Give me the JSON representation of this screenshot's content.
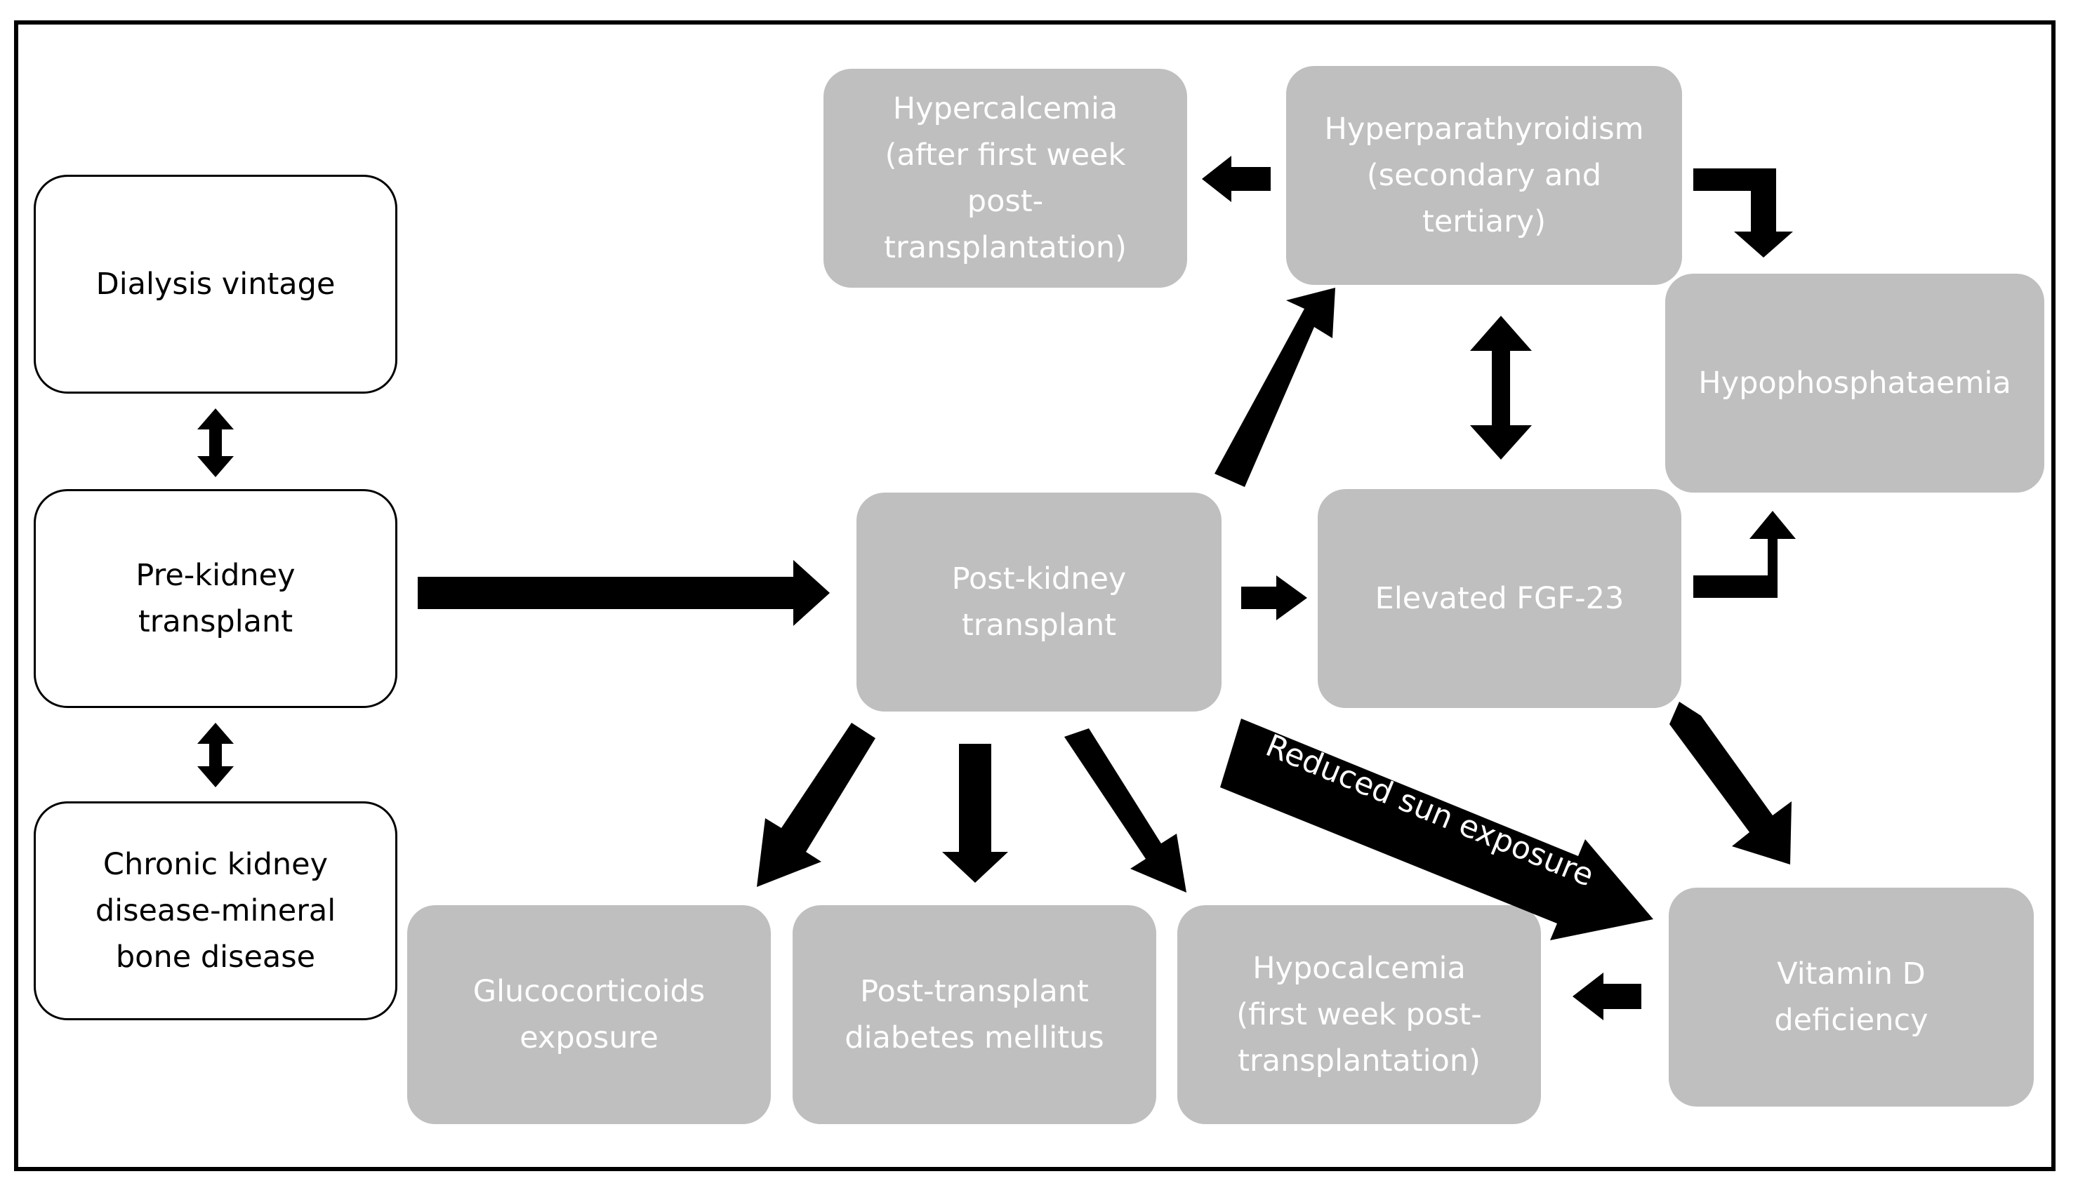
{
  "left": {
    "dialysis_vintage": "Dialysis vintage",
    "pre_kidney_transplant": "Pre-kidney\ntransplant",
    "ckd_mbd": "Chronic kidney\ndisease-mineral\nbone disease"
  },
  "center": {
    "post_kidney_transplant": "Post-kidney\ntransplant"
  },
  "right": {
    "hypercalcemia": "Hypercalcemia\n(after first week\npost-\ntransplantation)",
    "hyperparathyroidism": "Hyperparathyroidism\n(secondary and\ntertiary)",
    "hypophosphataemia": "Hypophosphataemia",
    "elevated_fgf23": "Elevated FGF-23",
    "vitamin_d_deficiency": "Vitamin D\ndeficiency"
  },
  "bottom": {
    "glucocorticoids": "Glucocorticoids\nexposure",
    "ptdm": "Post-transplant\ndiabetes mellitus",
    "hypocalcemia": "Hypocalcemia\n(first week post-\ntransplantation)"
  },
  "arrows": {
    "reduced_sun_exposure": "Reduced sun exposure"
  },
  "colors": {
    "node_grey": "#bfbfbf",
    "arrow": "#000000"
  }
}
